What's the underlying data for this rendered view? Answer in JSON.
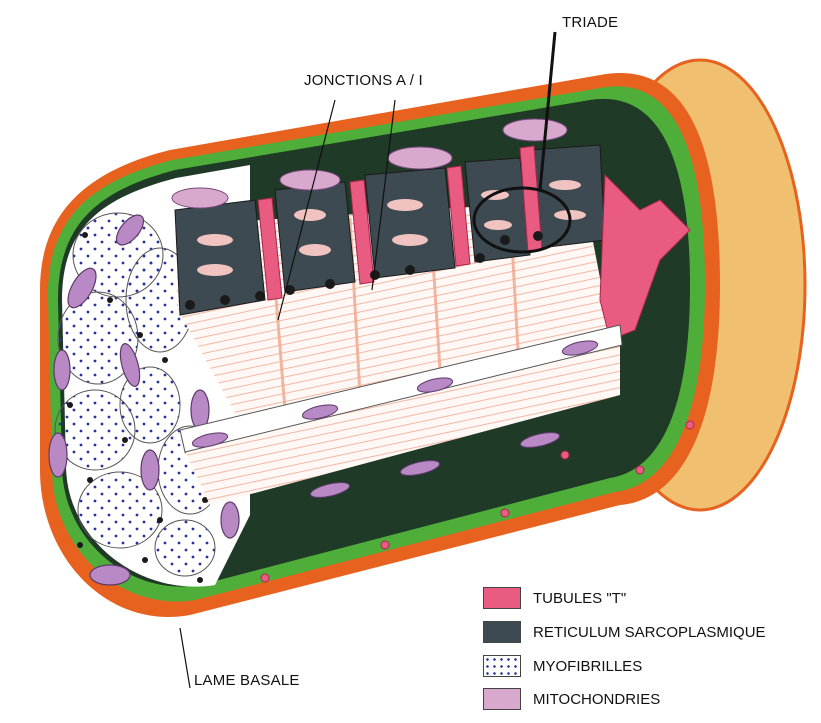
{
  "labels": {
    "triade": "TRIADE",
    "jonctions": "JONCTIONS A / I",
    "lame_basale": "LAME BASALE"
  },
  "legend": [
    {
      "key": "t-tubules",
      "label": "TUBULES \"T\"",
      "color": "#ea5b82"
    },
    {
      "key": "sarcoplasmic-reticulum",
      "label": "RETICULUM SARCOPLASMIQUE",
      "color": "#3e4a52"
    },
    {
      "key": "myofibrils",
      "label": "MYOFIBRILLES",
      "color": "#27329a"
    },
    {
      "key": "mitochondria",
      "label": "MITOCHONDRIES",
      "color": "#d8a9cd"
    }
  ],
  "colors": {
    "outer_membrane": "#e8621f",
    "sarcoplasm": "#4fae3a",
    "end_face": "#f0c070",
    "myofibril_dot": "#27329a",
    "striation": "#f0a68c"
  }
}
